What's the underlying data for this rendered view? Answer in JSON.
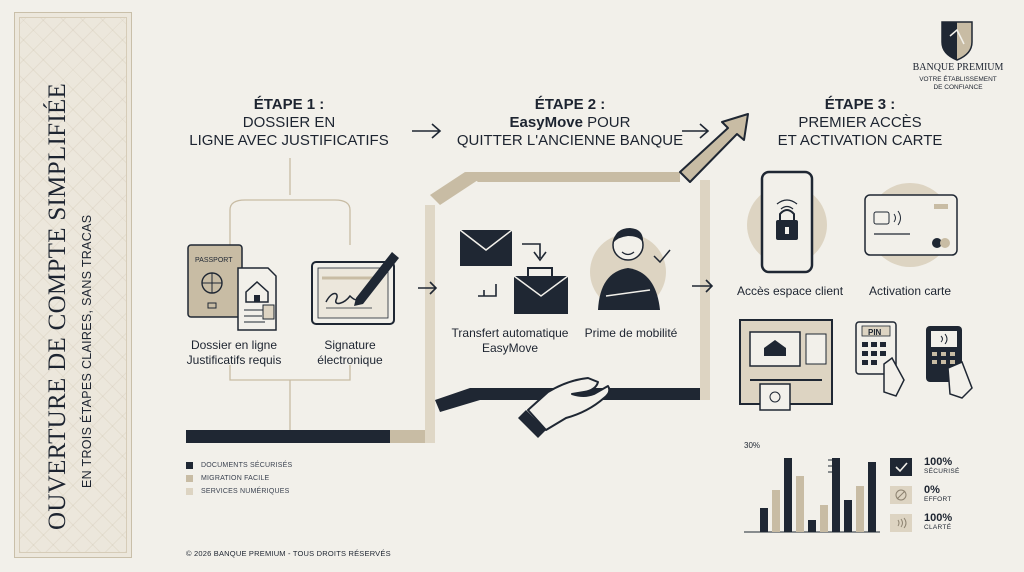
{
  "title": "OUVERTURE DE COMPTE SIMPLIFIÉE",
  "subtitle": "EN TROIS ÉTAPES CLAIRES, SANS TRACAS",
  "brand": {
    "name": "BANQUE PREMIUM",
    "tagline_line1": "VOTRE ÉTABLISSEMENT",
    "tagline_line2": "DE CONFIANCE"
  },
  "steps": [
    {
      "heading": "ÉTAPE 1 :",
      "line1": "DOSSIER EN",
      "line2": "LIGNE AVEC JUSTIFICATIFS",
      "items": [
        {
          "line1": "Dossier en ligne",
          "line2": "Justificatifs requis",
          "icon": "passport-document-icon"
        },
        {
          "line1": "Signature",
          "line2": "électronique",
          "icon": "tablet-signature-icon"
        }
      ]
    },
    {
      "heading": "ÉTAPE 2 :",
      "line1_bold": "EasyMove",
      "line1_rest": " POUR",
      "line2": "QUITTER L'ANCIENNE BANQUE",
      "items": [
        {
          "line1": "Transfert automatique",
          "line2": "EasyMove",
          "icon": "envelope-transfer-icon"
        },
        {
          "line1": "Prime de mobilité",
          "line2": "",
          "icon": "happy-customer-icon"
        }
      ]
    },
    {
      "heading": "ÉTAPE 3 :",
      "line1": "PREMIER ACCÈS",
      "line2": "ET ACTIVATION CARTE",
      "items": [
        {
          "line1": "Accès espace client",
          "icon": "smartphone-lock-icon"
        },
        {
          "line1": "Activation carte",
          "icon": "bank-card-icon"
        }
      ],
      "extra_icons": [
        "atm-icon",
        "pin-keypad-icon",
        "contactless-terminal-icon"
      ]
    }
  ],
  "legend": [
    {
      "label": "DOCUMENTS SÉCURISÉS",
      "color": "#1f2733"
    },
    {
      "label": "MIGRATION FACILE",
      "color": "#c8bca4"
    },
    {
      "label": "SERVICES NUMÉRIQUES",
      "color": "#ddd4c2"
    }
  ],
  "kpis": [
    {
      "value": "100%",
      "label": "SÉCURISÉ",
      "icon": "check-icon"
    },
    {
      "value": "0%",
      "label": "EFFORT",
      "icon": "no-effort-icon"
    },
    {
      "value": "100%",
      "label": "CLARTÉ",
      "icon": "contactless-icon"
    }
  ],
  "mini_chart_label": "30%",
  "footer": "© 2026 BANQUE PREMIUM - TOUS DROITS RÉSERVÉS",
  "colors": {
    "navy": "#1f2733",
    "beige": "#c8bca4",
    "light_beige": "#ddd4c2",
    "background": "#f2f0ea"
  }
}
